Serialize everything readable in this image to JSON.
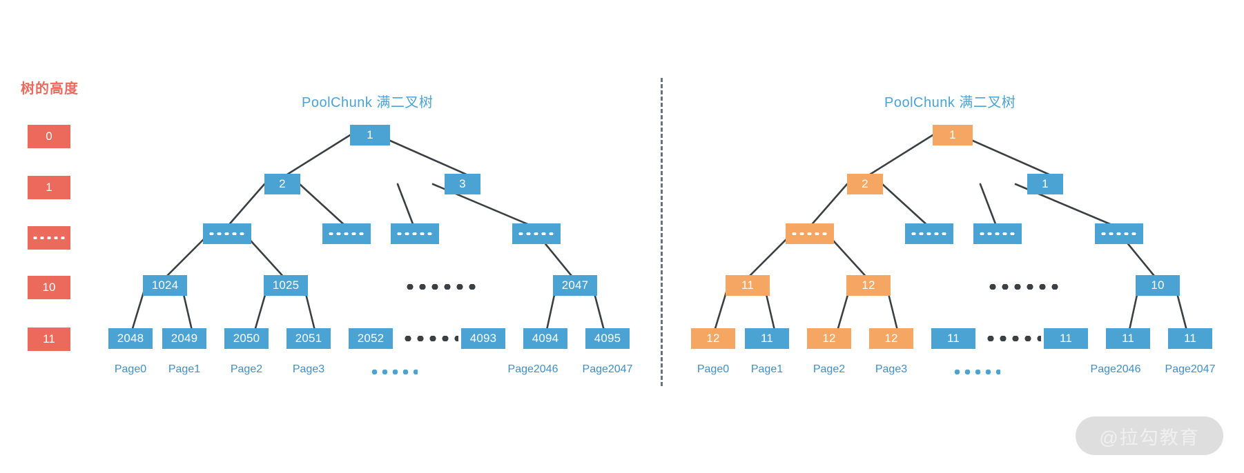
{
  "legend": {
    "title": "树的高度",
    "levels": [
      "0",
      "1",
      "……",
      "10",
      "11"
    ]
  },
  "colors": {
    "blue": "#4ba3d3",
    "orange": "#f5a663",
    "salmon": "#ec6a5c",
    "edge": "#3a3f44",
    "title_blue": "#4ba3d3",
    "page_label": "#3f8fc4",
    "divider": "#6b7178",
    "watermark_bg": "#dedede"
  },
  "watermark": {
    "text": "@拉勾教育"
  },
  "left_tree": {
    "title": "PoolChunk 满二叉树",
    "nodes": {
      "root": "1",
      "l1a": "2",
      "l1b": "3",
      "l2a": "……",
      "l2b": "……",
      "l2c": "……",
      "l2d": "……",
      "l3a": "1024",
      "l3b": "1025",
      "l3c": "2047",
      "l4a": "2048",
      "l4b": "2049",
      "l4c": "2050",
      "l4d": "2051",
      "l4e": "2052",
      "l4f": "4093",
      "l4g": "4094",
      "l4h": "4095"
    },
    "page_labels": [
      "Page0",
      "Page1",
      "Page2",
      "Page3",
      "Page2046",
      "Page2047"
    ]
  },
  "right_tree": {
    "title": "PoolChunk 满二叉树",
    "nodes": {
      "root": "1",
      "l1a": "2",
      "l1b": "1",
      "l2a": "……",
      "l2b": "……",
      "l2c": "……",
      "l2d": "……",
      "l3a": "11",
      "l3b": "12",
      "l3c": "10",
      "l4a": "12",
      "l4b": "11",
      "l4c": "12",
      "l4d": "12",
      "l4e": "11",
      "l4f": "11",
      "l4g": "11",
      "l4h": "11"
    },
    "page_labels": [
      "Page0",
      "Page1",
      "Page2",
      "Page3",
      "Page2046",
      "Page2047"
    ]
  }
}
